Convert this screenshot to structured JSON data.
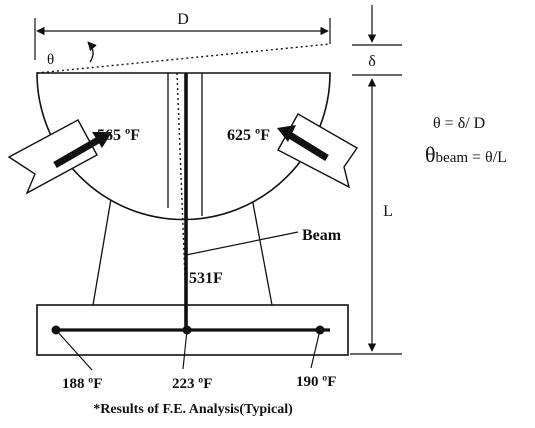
{
  "labels": {
    "width": "D",
    "deflection": "δ",
    "length": "L",
    "theta": "θ",
    "beam": "Beam",
    "beam_temp": "531F"
  },
  "temperatures": {
    "left_heat": "565 ºF",
    "right_heat": "625 ºF",
    "base_left": "188 ºF",
    "base_center": "223 ºF",
    "base_right": "190 ºF"
  },
  "equations": {
    "theta_eq": "θ = δ/ D",
    "theta_beam_symbol": "θ",
    "theta_beam_sub": "beam",
    "theta_beam_rhs": " = θ/L"
  },
  "caption": "*Results of F.E. Analysis(Typical)",
  "colors": {
    "ink": "#111111",
    "background": "#ffffff"
  }
}
